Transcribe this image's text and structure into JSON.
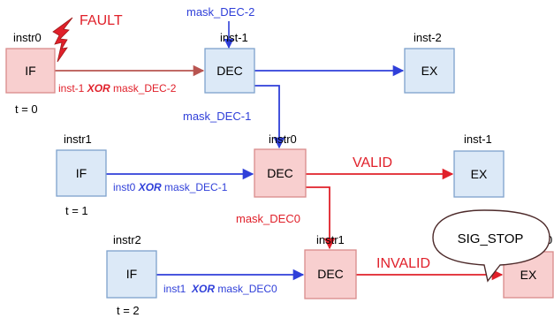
{
  "stages": {
    "s0_if": "IF",
    "s0_dec": "DEC",
    "s0_ex": "EX",
    "s1_if": "IF",
    "s1_dec": "DEC",
    "s1_ex": "EX",
    "s2_if": "IF",
    "s2_dec": "DEC",
    "s2_ex": "EX"
  },
  "labels": {
    "row0_instr": "instr0",
    "row0_dec_top": "inst-1",
    "row0_ex_top": "inst-2",
    "row0_time": "t = 0",
    "row1_instr": "instr1",
    "row1_dec_top": "instr0",
    "row1_ex_top": "inst-1",
    "row1_time": "t = 1",
    "row2_instr": "instr2",
    "row2_dec_top": "instr1",
    "row2_ex_top": "0",
    "row2_time": "t = 2"
  },
  "annotations": {
    "fault": "FAULT",
    "mask_dec_minus2": "mask_DEC-2",
    "mask_dec_minus1": "mask_DEC-1",
    "mask_dec0": "mask_DEC0",
    "valid": "VALID",
    "invalid": "INVALID",
    "sig_stop": "SIG_STOP"
  },
  "edge_labels": {
    "e0_pre": "inst-1 ",
    "e0_xor": "XOR",
    "e0_post": " mask_DEC-2",
    "e1_pre": "inst0 ",
    "e1_xor": "XOR",
    "e1_post": " mask_DEC-1",
    "e2_pre": "inst1  ",
    "e2_xor": "XOR",
    "e2_post": " mask_DEC0"
  },
  "colors": {
    "blue_fill": "#dce9f7",
    "blue_stroke": "#7ea2cc",
    "red_fill": "#f8cfcf",
    "red_stroke": "#d98b8b",
    "blue_line": "#2f3fd9",
    "red_line": "#e0202a",
    "brown_line": "#b85450"
  }
}
